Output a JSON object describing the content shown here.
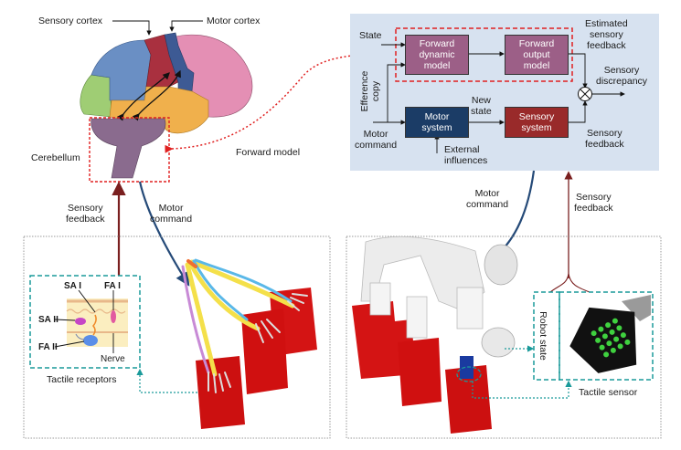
{
  "brain": {
    "sensory_cortex_label": "Sensory cortex",
    "motor_cortex_label": "Motor cortex",
    "cerebellum_label": "Cerebellum",
    "forward_model_label": "Forward model",
    "sensory_feedback_label": "Sensory\nfeedback",
    "motor_command_label": "Motor\ncommand",
    "region_colors": {
      "frontal": "#e48fb4",
      "parietal": "#6a8fc4",
      "sensory_cortex": "#a9303f",
      "motor_cortex": "#3d5a94",
      "temporal": "#f0b04c",
      "occipital": "#9fcd74",
      "cerebellum": "#8a6b8e"
    }
  },
  "block_diagram": {
    "state_label": "State",
    "efference_copy_label": "Efference\ncopy",
    "motor_command_label": "Motor\ncommand",
    "forward_dynamic_model": "Forward\ndynamic\nmodel",
    "forward_output_model": "Forward\noutput\nmodel",
    "motor_system": "Motor\nsystem",
    "sensory_system": "Sensory\nsystem",
    "new_state_label": "New\nstate",
    "external_influences_label": "External\ninfluences",
    "estimated_feedback_label": "Estimated\nsensory\nfeedback",
    "sensory_discrepancy_label": "Sensory\ndiscrepancy",
    "sensory_feedback_label": "Sensory\nfeedback",
    "colors": {
      "panel_bg": "#d7e2f0",
      "forward_block": "#9c5f87",
      "motor_block": "#1b3c66",
      "sensory_block": "#992a2a",
      "forward_outline": "#e02020"
    }
  },
  "robot_links": {
    "motor_command_label": "Motor\ncommand",
    "sensory_feedback_label": "Sensory\nfeedback"
  },
  "human_panel": {
    "tactile_receptors_label": "Tactile receptors",
    "receptor_labels": {
      "sa1": "SA I",
      "fa1": "FA I",
      "sa2": "SA II",
      "fa2": "FA II",
      "nerve": "Nerve"
    }
  },
  "robot_panel": {
    "robot_state_label": "Robot state",
    "tactile_sensor_label": "Tactile sensor",
    "sensor_dot_color": "#3fd13f"
  },
  "accent_colors": {
    "feedback_arrow": "#7a1f1f",
    "command_arrow": "#254a78",
    "teal_dash": "#1a9a9a",
    "red_dash": "#e02020"
  }
}
